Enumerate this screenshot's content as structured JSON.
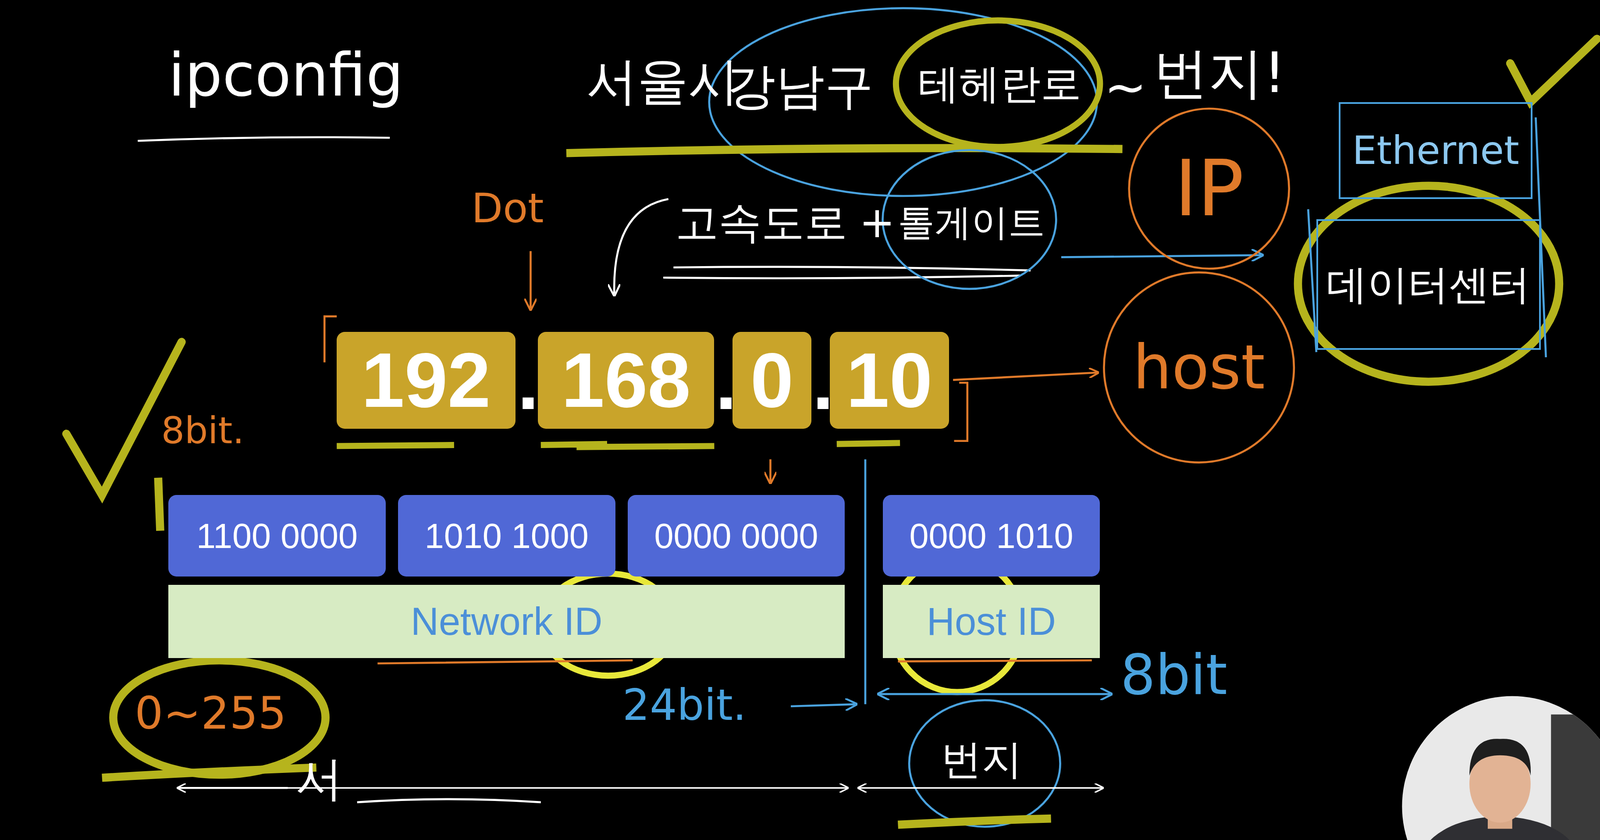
{
  "diagram": {
    "nodes": [
      {
        "text": [
          "IP"
        ]
      },
      {
        "text": [
          "Ethernet"
        ]
      },
      {
        "text": [
          "데이터센터"
        ]
      },
      {
        "text": [
          "192"
        ]
      },
      {
        "text": [
          "168"
        ]
      },
      {
        "text": [
          "0"
        ]
      },
      {
        "text": [
          "10"
        ]
      },
      {
        "text": [
          "host"
        ]
      },
      {
        "text": [
          "1100 0000"
        ]
      },
      {
        "text": [
          "1010 1000"
        ]
      },
      {
        "text": [
          "0000 0000"
        ]
      },
      {
        "text": [
          "0000 1010"
        ]
      },
      {
        "text": [
          "Network ID"
        ]
      },
      {
        "text": [
          "Host ID"
        ]
      }
    ],
    "edges": [
      {
        "from": 6,
        "to": 7,
        "arrow": "to"
      }
    ],
    "labels": [
      "ipconfig",
      "서울시",
      "강남구",
      "테헤란로",
      "~",
      "번지!",
      "Dot",
      "고속도로",
      "+",
      "톨게이트",
      ".",
      ".",
      ".",
      "8bit.",
      "0~255",
      "24bit.",
      "8bit",
      "서",
      "번지"
    ]
  }
}
